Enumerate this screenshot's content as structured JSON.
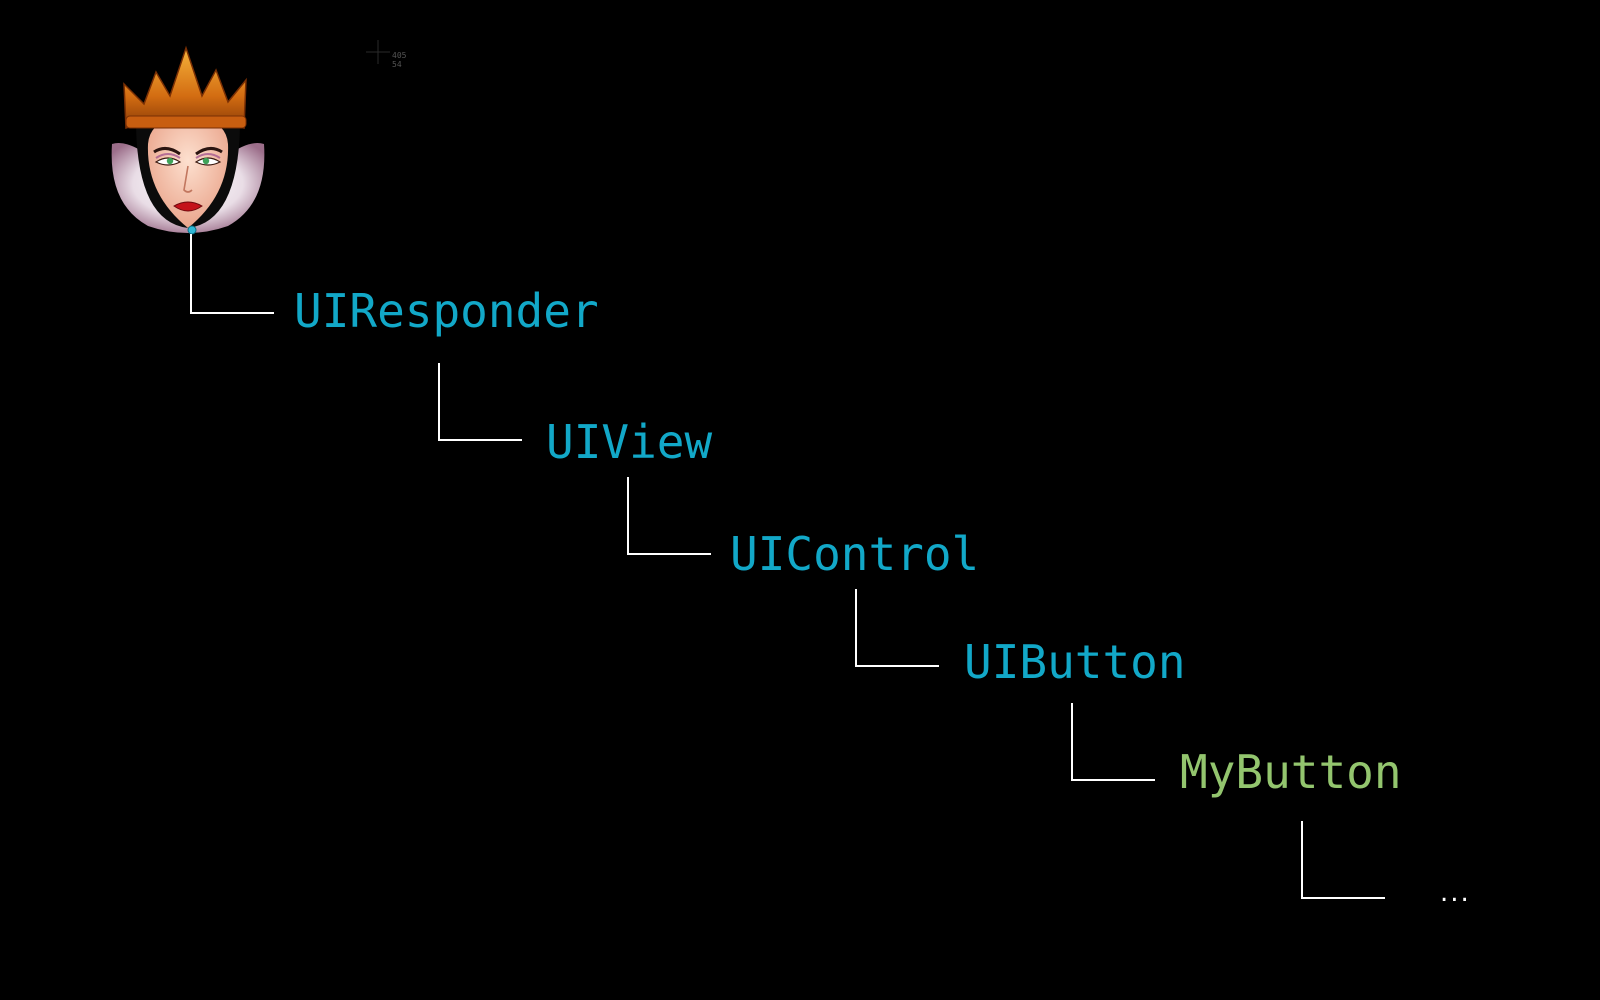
{
  "diagram": {
    "nodes": [
      {
        "id": "uiresponder",
        "label": "UIResponder"
      },
      {
        "id": "uiview",
        "label": "UIView"
      },
      {
        "id": "uicontrol",
        "label": "UIControl"
      },
      {
        "id": "uibutton",
        "label": "UIButton"
      },
      {
        "id": "mybutton",
        "label": "MyButton"
      }
    ],
    "continuation": "...",
    "edges": [
      {
        "from": "root",
        "to": "uiresponder"
      },
      {
        "from": "uiresponder",
        "to": "uiview"
      },
      {
        "from": "uiview",
        "to": "uicontrol"
      },
      {
        "from": "uicontrol",
        "to": "uibutton"
      },
      {
        "from": "uibutton",
        "to": "mybutton"
      },
      {
        "from": "mybutton",
        "to": "continuation"
      }
    ],
    "root_icon": "evil-queen-icon"
  },
  "cursor_readout": {
    "x": "405",
    "y": "54"
  },
  "colors": {
    "background": "#000000",
    "system_class": "#12a8c8",
    "custom_class": "#93c56e",
    "connector": "#ffffff",
    "continuation": "#ffffff"
  }
}
